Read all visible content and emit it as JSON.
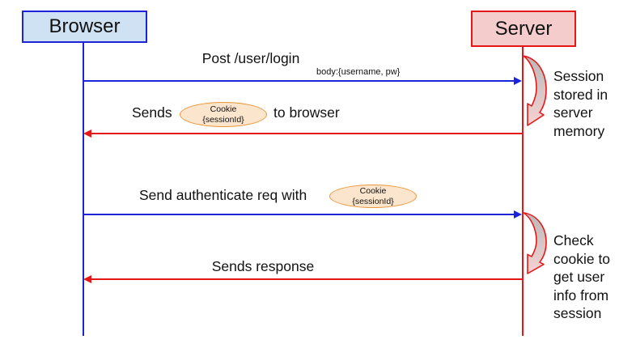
{
  "colors": {
    "blue": "#1d24d8",
    "blue_fill": "#cfe2f3",
    "red": "#e61717",
    "red_fill": "#f4cccc",
    "orange": "#e8973a",
    "orange_fill": "#fce5cd",
    "loop_gray": "#b9b9b9",
    "loop_pink": "#f6d2d2"
  },
  "actors": {
    "browser": "Browser",
    "server": "Server"
  },
  "messages": {
    "m1": {
      "label": "Post /user/login",
      "sublabel": "body:{username, pw}"
    },
    "m2": {
      "prefix": "Sends",
      "suffix": "to browser"
    },
    "m3": {
      "prefix": "Send authenticate req with"
    },
    "m4": {
      "label": "Sends response"
    }
  },
  "cookie": {
    "title": "Cookie",
    "value": "{sessionId}"
  },
  "annotations": {
    "session_store": "Session stored in server memory",
    "check_cookie": "Check cookie to get user info from session"
  }
}
